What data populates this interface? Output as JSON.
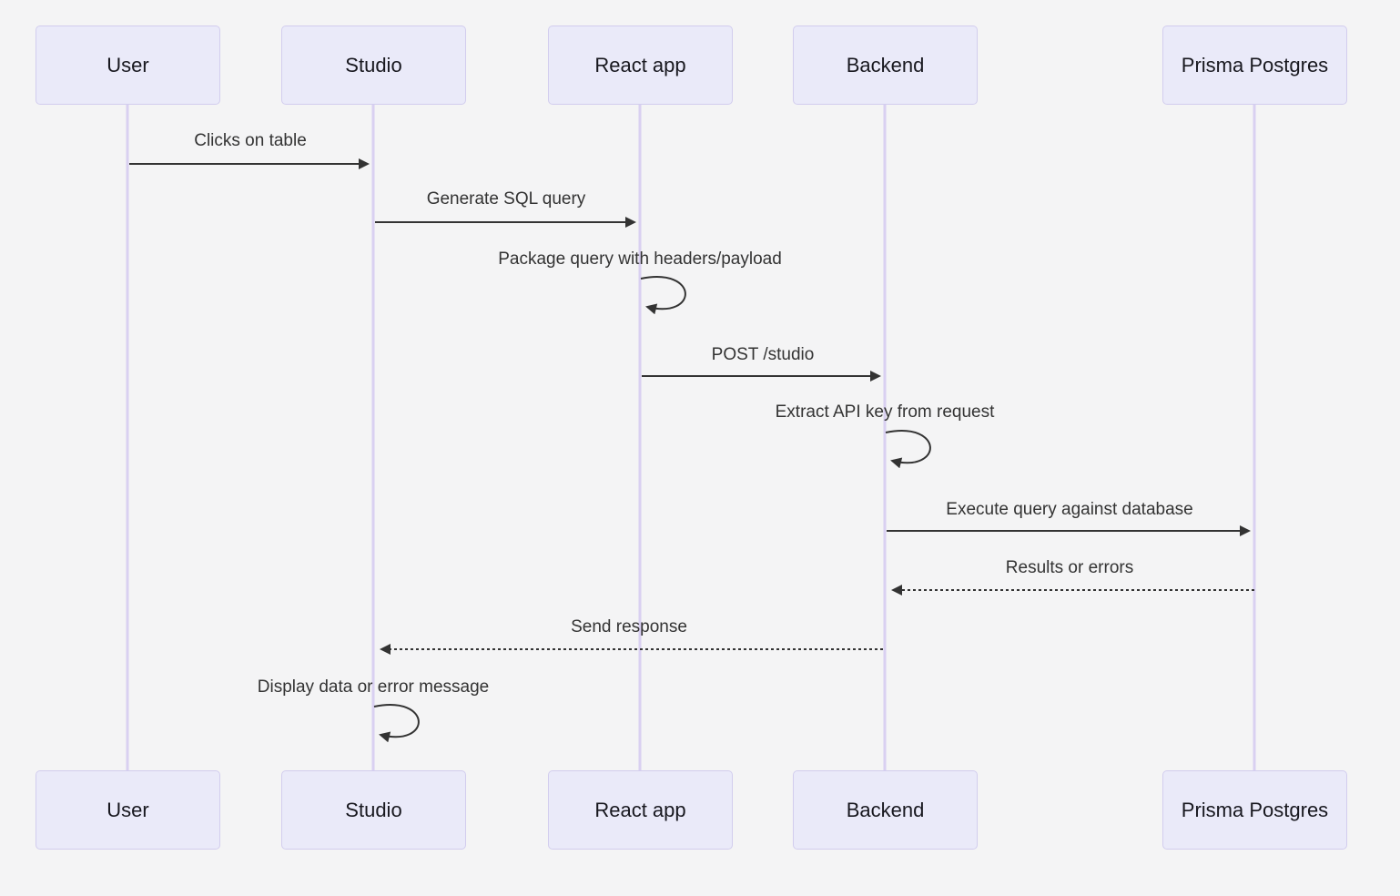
{
  "diagram": {
    "type": "sequence-diagram",
    "actors": [
      {
        "label": "User"
      },
      {
        "label": "Studio"
      },
      {
        "label": "React app"
      },
      {
        "label": "Backend"
      },
      {
        "label": "Prisma Postgres"
      }
    ],
    "messages": [
      {
        "label": "Clicks on table",
        "from": "User",
        "to": "Studio",
        "style": "solid"
      },
      {
        "label": "Generate SQL query",
        "from": "Studio",
        "to": "React app",
        "style": "solid"
      },
      {
        "label": "Package query with headers/payload",
        "from": "React app",
        "to": "React app",
        "style": "self"
      },
      {
        "label": "POST /studio",
        "from": "React app",
        "to": "Backend",
        "style": "solid"
      },
      {
        "label": "Extract API key from request",
        "from": "Backend",
        "to": "Backend",
        "style": "self"
      },
      {
        "label": "Execute query against database",
        "from": "Backend",
        "to": "Prisma Postgres",
        "style": "solid"
      },
      {
        "label": "Results or errors",
        "from": "Prisma Postgres",
        "to": "Backend",
        "style": "dashed"
      },
      {
        "label": "Send response",
        "from": "Backend",
        "to": "Studio",
        "style": "dashed"
      },
      {
        "label": "Display data or error message",
        "from": "Studio",
        "to": "Studio",
        "style": "self"
      }
    ],
    "colors": {
      "background": "#f4f4f5",
      "actor_fill": "#eaeaf9",
      "actor_border": "#d2cdee",
      "lifeline": "#d9d0f1",
      "arrow": "#333333",
      "text": "#333333",
      "actor_text": "#18181f"
    }
  }
}
